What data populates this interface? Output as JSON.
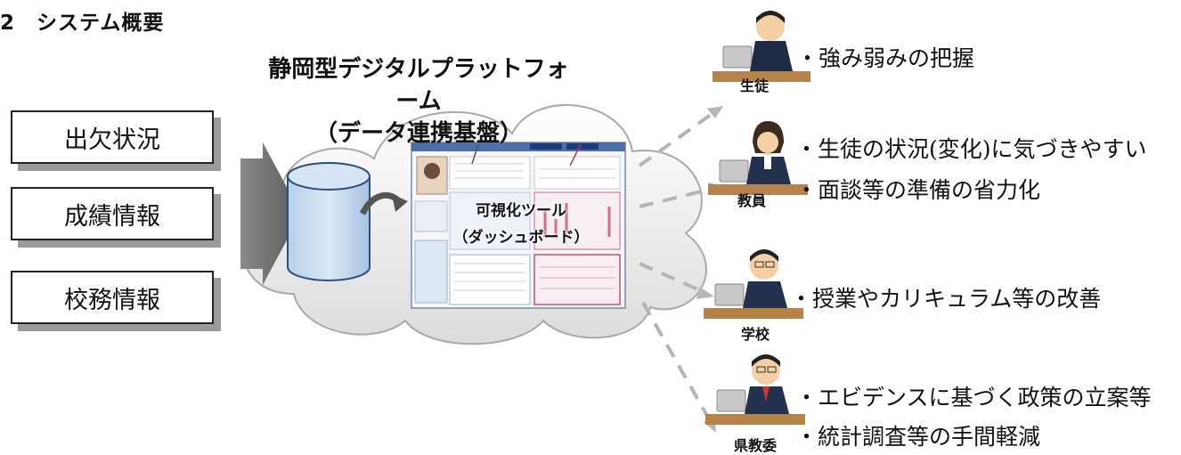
{
  "section_title": "2　システム概要",
  "platform": {
    "title_line1": "静岡型デジタルプラットフォーム",
    "title_line2": "（データ連携基盤）"
  },
  "data_sources": [
    "出欠状況",
    "成績情報",
    "校務情報"
  ],
  "dashboard": {
    "label_line1": "可視化ツール",
    "label_line2": "（ダッシュボード）"
  },
  "users": [
    {
      "role": "生徒",
      "benefits": [
        "・強み弱みの把握"
      ]
    },
    {
      "role": "教員",
      "benefits": [
        "・生徒の状況(変化)に気づきやすい",
        "・面談等の準備の省力化"
      ]
    },
    {
      "role": "学校",
      "benefits": [
        "・授業やカリキュラム等の改善"
      ]
    },
    {
      "role": "県教委",
      "benefits": [
        "・エビデンスに基づく政策の立案等",
        "・統計調査等の手間軽減"
      ]
    }
  ]
}
